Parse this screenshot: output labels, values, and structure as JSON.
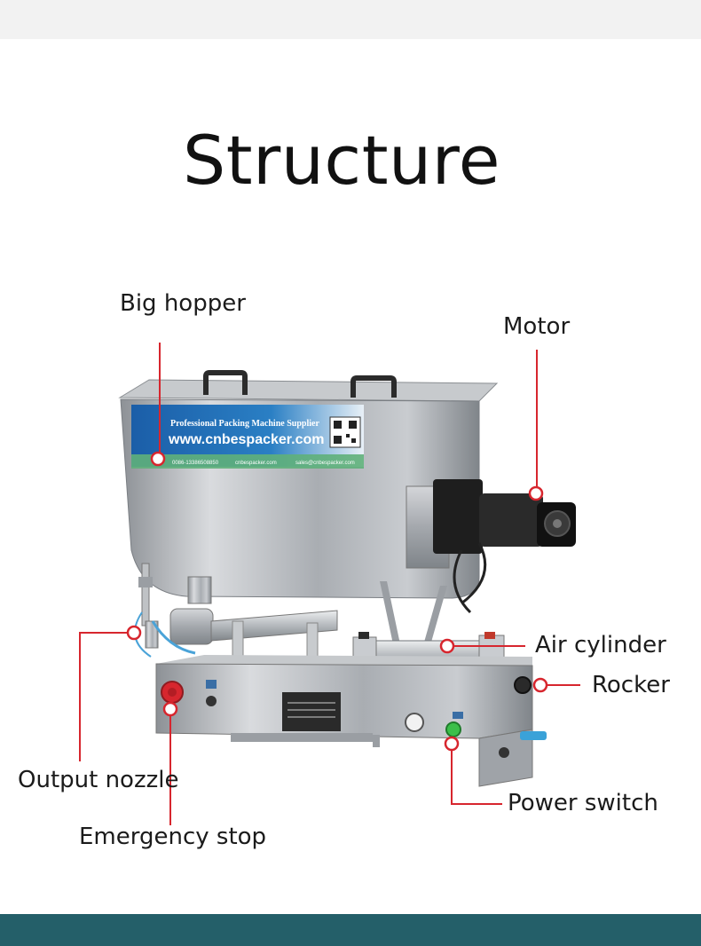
{
  "title": "Structure",
  "hopper_sticker": {
    "line1": "Professional Packing Machine Supplier",
    "line2": "www.cnbespacker.com",
    "contact_phone": "0086-13386508850",
    "contact_web": "cnbespacker.com",
    "contact_email": "sales@cnbespacker.com"
  },
  "callouts": [
    {
      "id": "big-hopper",
      "label": "Big hopper"
    },
    {
      "id": "motor",
      "label": "Motor"
    },
    {
      "id": "air-cylinder",
      "label": "Air cylinder"
    },
    {
      "id": "rocker",
      "label": "Rocker"
    },
    {
      "id": "output-nozzle",
      "label": "Output nozzle"
    },
    {
      "id": "power-switch",
      "label": "Power switch"
    },
    {
      "id": "emergency-stop",
      "label": "Emergency stop"
    }
  ],
  "colors": {
    "callout_line": "#d7262e",
    "steel": "#b9bcc0",
    "sticker_blue": "#1b5ea8",
    "bottom_band": "#245f69",
    "top_band": "#f2f2f2"
  }
}
